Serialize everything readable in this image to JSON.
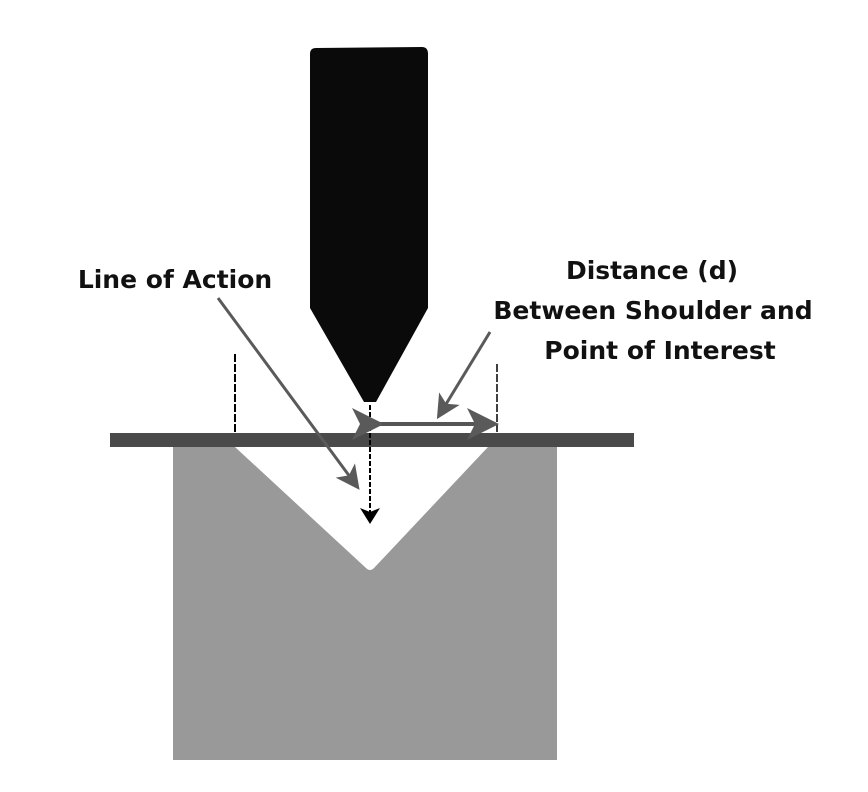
{
  "labels": {
    "line_of_action": "Line of Action",
    "distance_line1": "Distance (d)",
    "distance_line2": "Between Shoulder and",
    "distance_line3": "Point of Interest"
  },
  "colors": {
    "punch": "#0a0a0a",
    "plate": "#4a4a4a",
    "die": "#999999",
    "arrow": "#5a5a5a"
  }
}
